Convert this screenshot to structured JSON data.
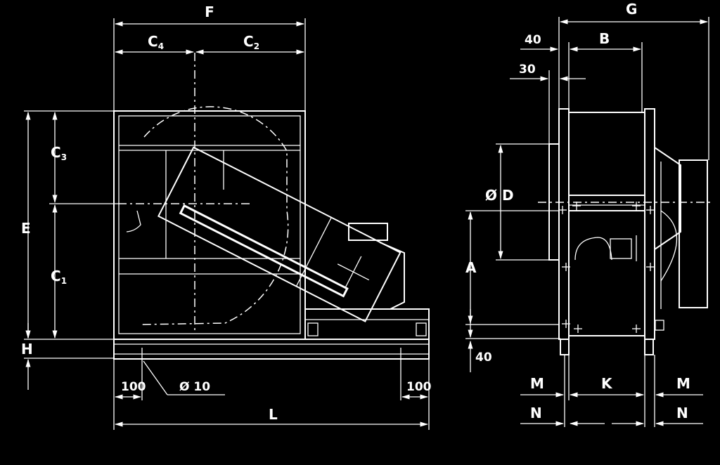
{
  "labels": {
    "F": "F",
    "C4": "C",
    "C4_sub": "4",
    "C2": "C",
    "C2_sub": "2",
    "C3": "C",
    "C3_sub": "3",
    "C1": "C",
    "C1_sub": "1",
    "E": "E",
    "H": "H",
    "L": "L",
    "G": "G",
    "B": "B",
    "A": "A",
    "OD": "Ø D",
    "K": "K",
    "M_left": "M",
    "M_right": "M",
    "N_left": "N",
    "N_right": "N",
    "dim_100_left": "100",
    "dim_100_right": "100",
    "hole": "Ø 10",
    "dim_40_top": "40",
    "dim_30": "30",
    "dim_40_bottom": "40"
  }
}
